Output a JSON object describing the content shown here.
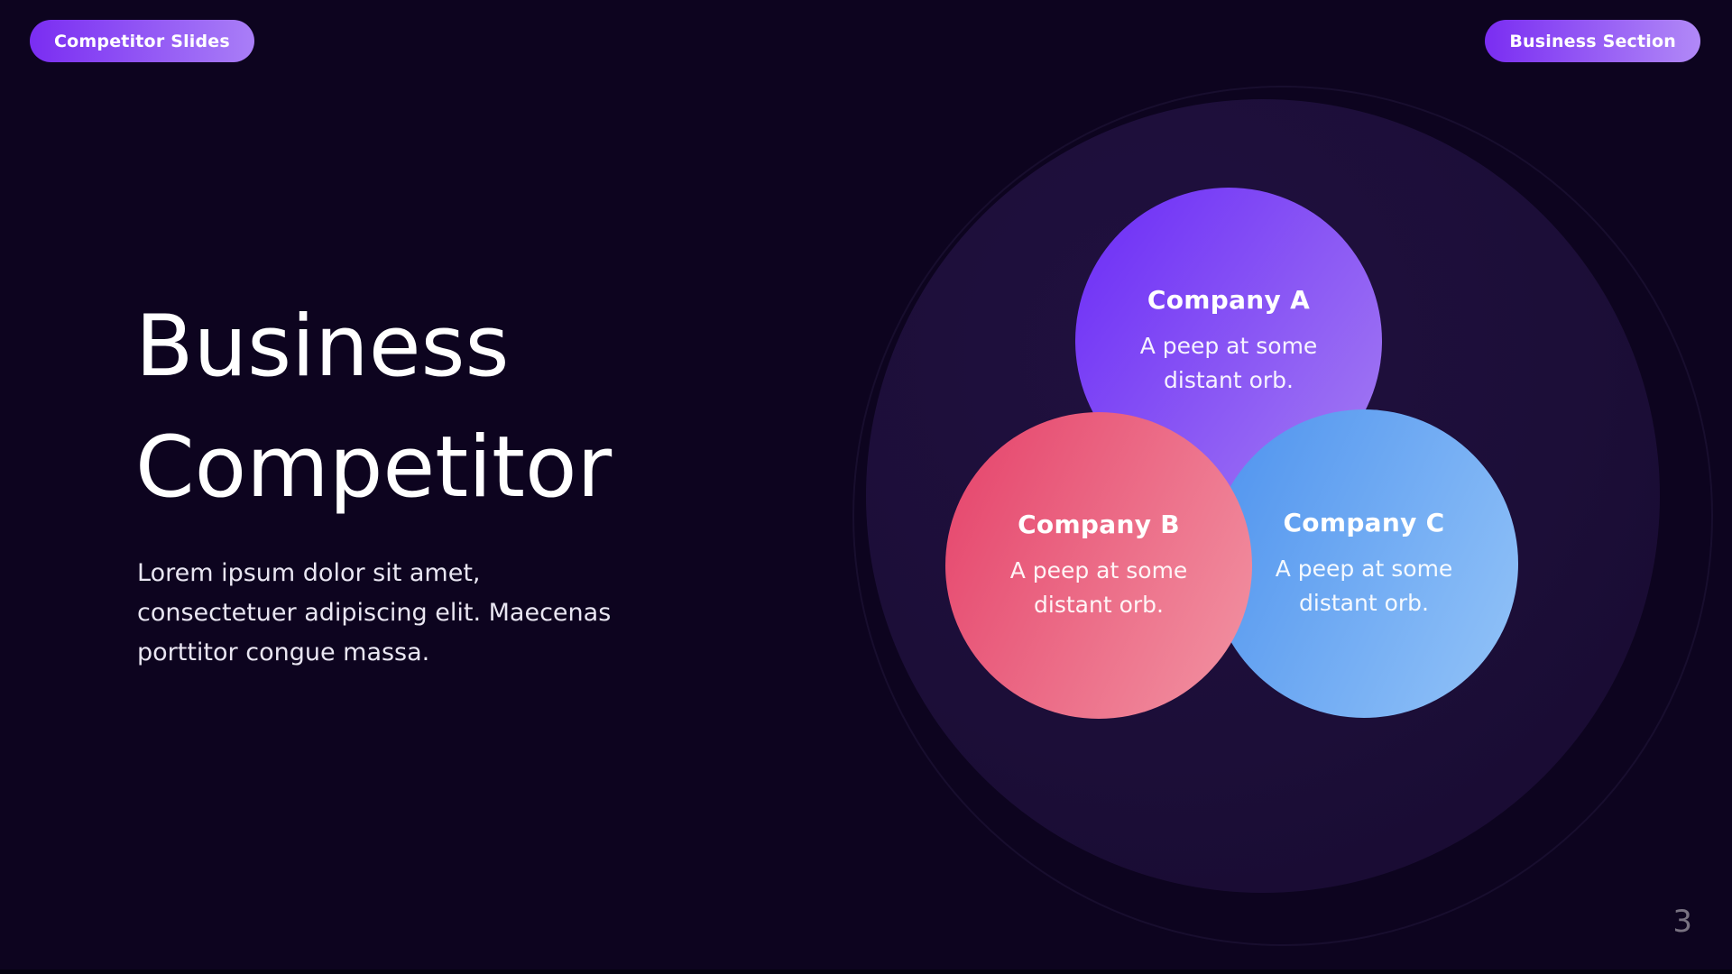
{
  "slide": {
    "badge_left": "Competitor Slides",
    "badge_right": "Business Section",
    "title": "Business Competitor",
    "description": "Lorem ipsum dolor sit amet, consectetuer adipiscing elit. Maecenas porttitor congue massa.",
    "page_number": "3"
  },
  "diagram": {
    "circles": [
      {
        "name": "Company A",
        "caption": "A peep at some distant orb.",
        "gradient_from": "#6B2BF7",
        "gradient_to": "#A47CF2",
        "gradient_angle": 125
      },
      {
        "name": "Company B",
        "caption": "A peep at some distant orb.",
        "gradient_from": "#E5426A",
        "gradient_to": "#F294A3",
        "gradient_angle": 115
      },
      {
        "name": "Company C",
        "caption": "A peep at some distant orb.",
        "gradient_from": "#4D92EE",
        "gradient_to": "#94C4F8",
        "gradient_angle": 115
      }
    ]
  },
  "colors": {
    "background": "#0D041F",
    "backdrop_circle": "#1C0E38",
    "badge_gradient_from": "#7A2DF2",
    "badge_gradient_to": "#A97EF7",
    "text_primary": "#FFFFFF",
    "text_secondary": "#E9E6F2",
    "page_number": "#787281"
  }
}
